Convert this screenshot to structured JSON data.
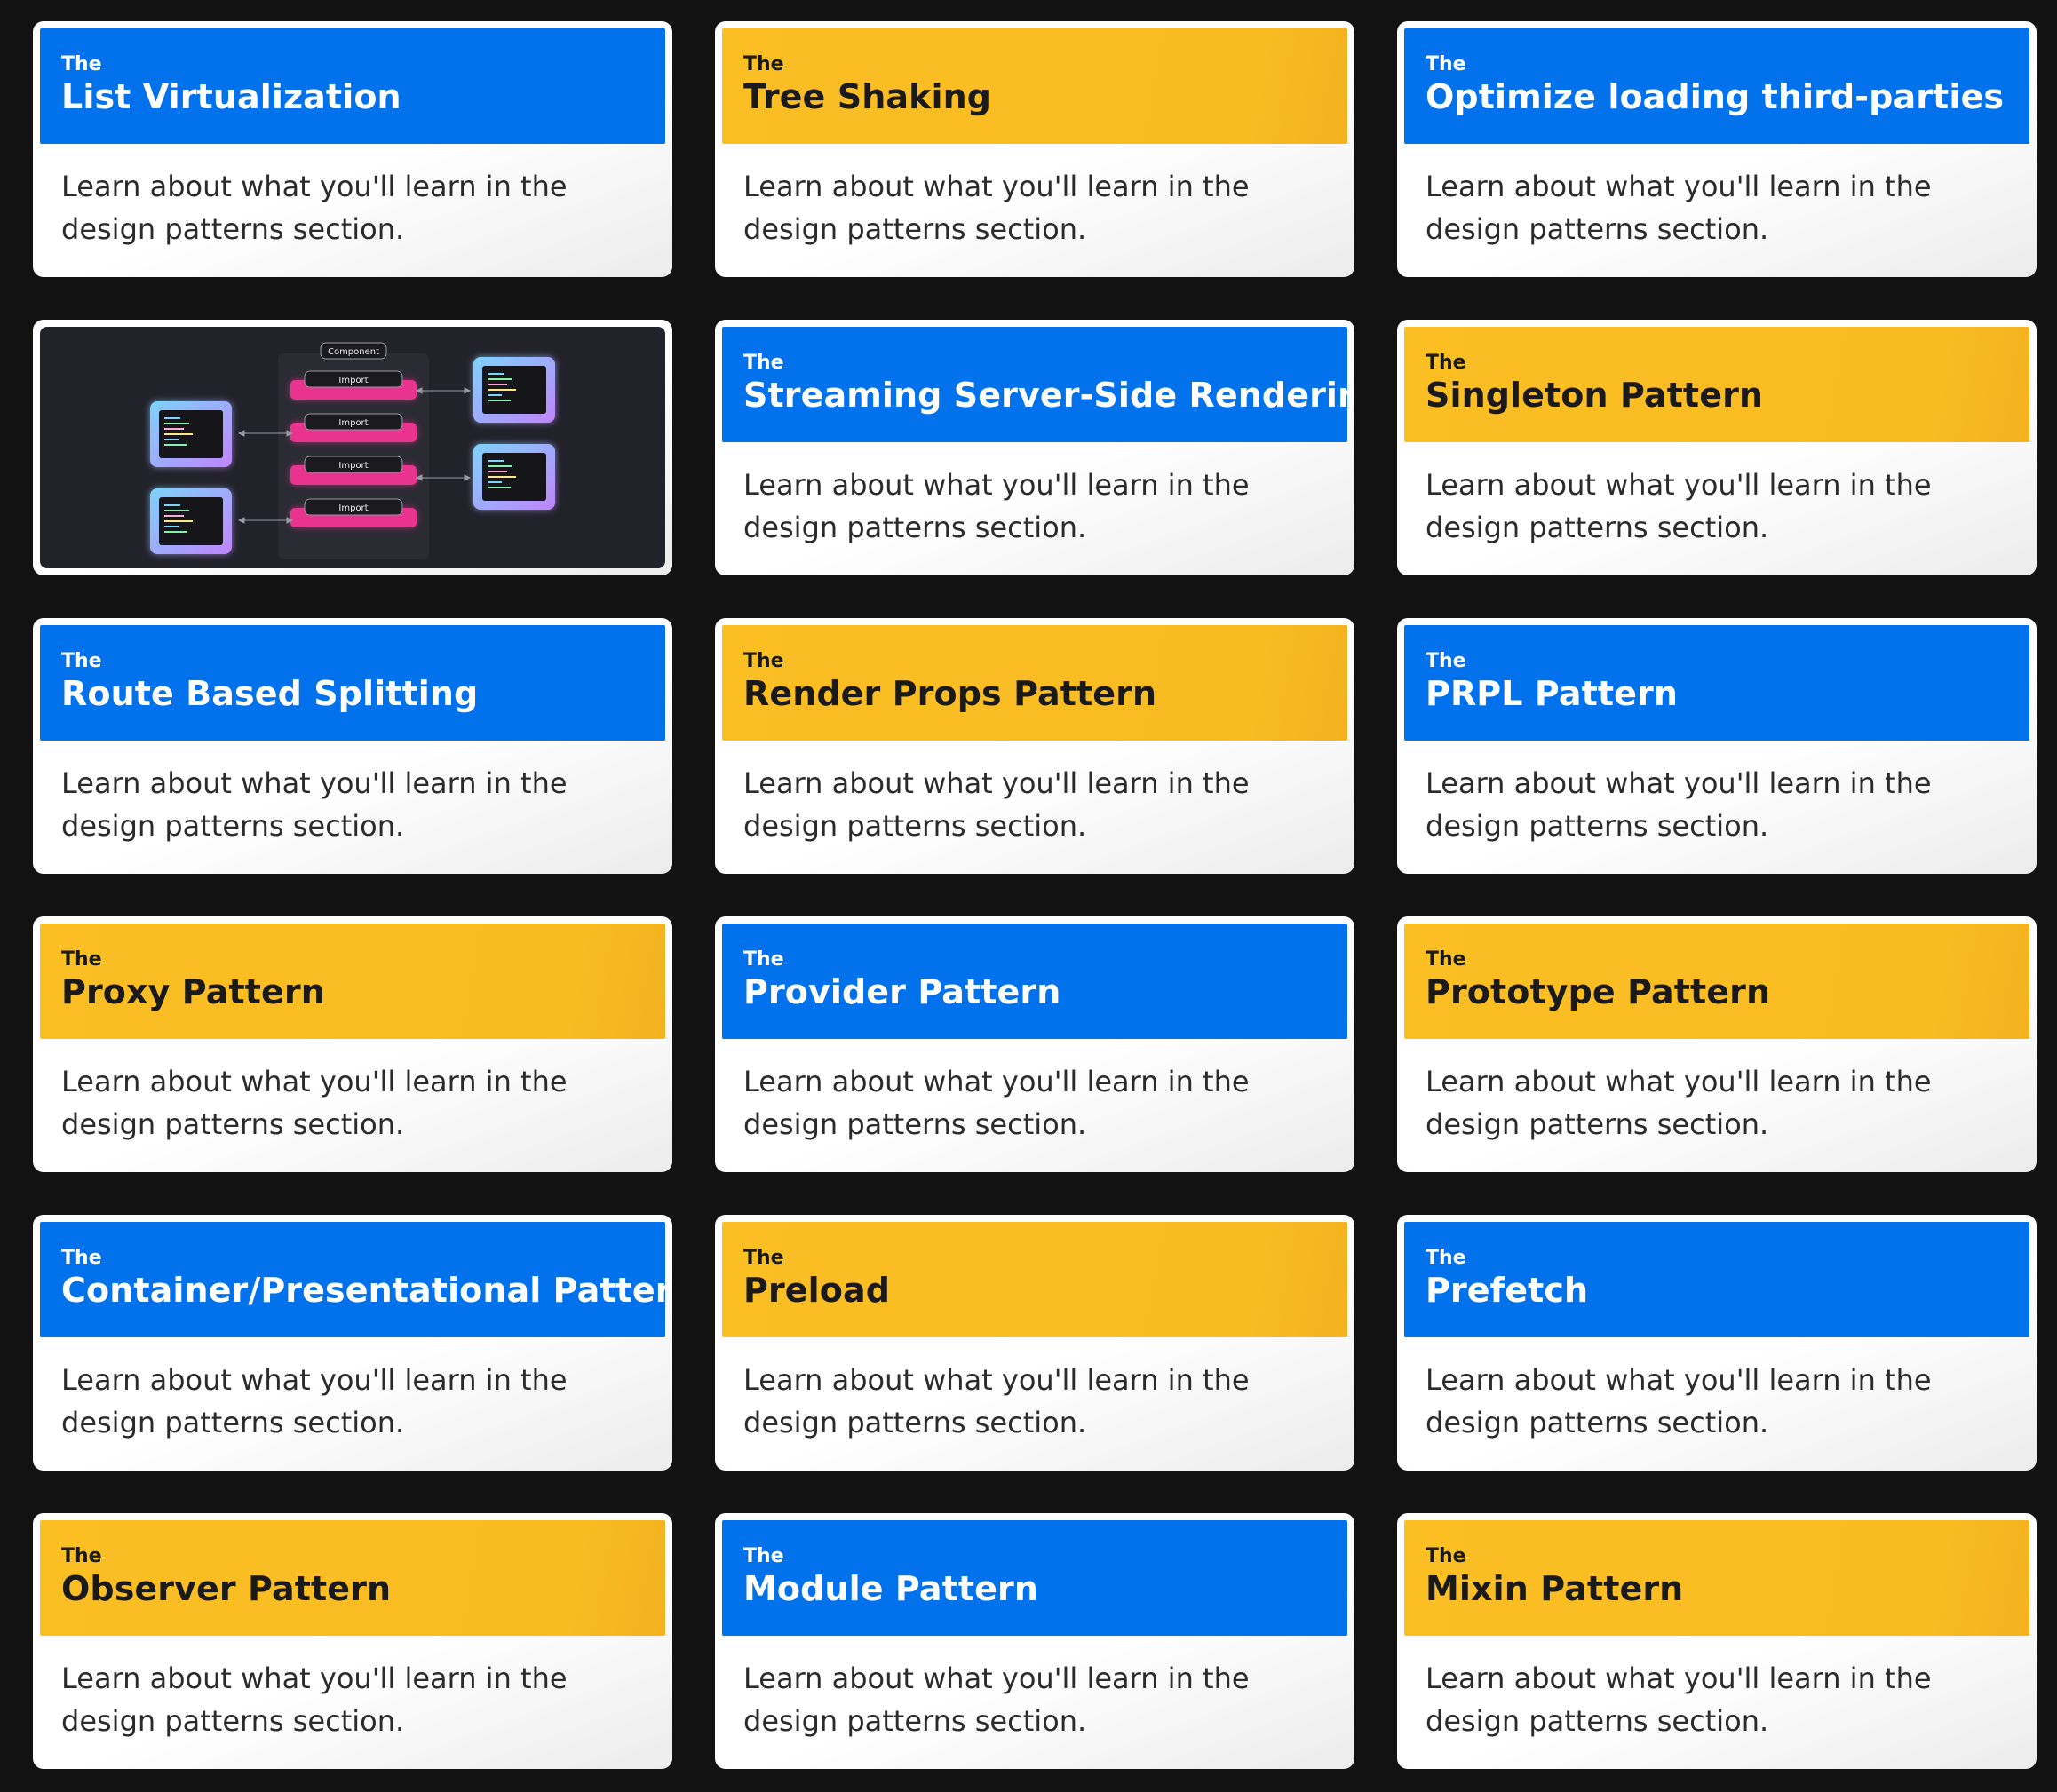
{
  "cards": [
    {
      "prefix": "The",
      "title": "List Virtualization",
      "description": "Learn about what you'll learn in the design patterns section.",
      "color": "blue"
    },
    {
      "prefix": "The",
      "title": "Tree Shaking",
      "description": "Learn about what you'll learn in the design patterns section.",
      "color": "yellow"
    },
    {
      "prefix": "The",
      "title": "Optimize loading third-parties",
      "description": "Learn about what you'll learn in the design patterns section.",
      "color": "blue"
    },
    {
      "type": "image",
      "diagram": {
        "component_label": "Component",
        "import_labels": [
          "Import",
          "Import",
          "Import",
          "Import"
        ]
      }
    },
    {
      "prefix": "The",
      "title": "Streaming Server-Side Rendering",
      "description": "Learn about what you'll learn in the design patterns section.",
      "color": "blue"
    },
    {
      "prefix": "The",
      "title": "Singleton Pattern",
      "description": "Learn about what you'll learn in the design patterns section.",
      "color": "yellow"
    },
    {
      "prefix": "The",
      "title": "Route Based Splitting",
      "description": "Learn about what you'll learn in the design patterns section.",
      "color": "blue"
    },
    {
      "prefix": "The",
      "title": "Render Props Pattern",
      "description": "Learn about what you'll learn in the design patterns section.",
      "color": "yellow"
    },
    {
      "prefix": "The",
      "title": "PRPL Pattern",
      "description": "Learn about what you'll learn in the design patterns section.",
      "color": "blue"
    },
    {
      "prefix": "The",
      "title": "Proxy Pattern",
      "description": "Learn about what you'll learn in the design patterns section.",
      "color": "yellow"
    },
    {
      "prefix": "The",
      "title": "Provider Pattern",
      "description": "Learn about what you'll learn in the design patterns section.",
      "color": "blue"
    },
    {
      "prefix": "The",
      "title": "Prototype Pattern",
      "description": "Learn about what you'll learn in the design patterns section.",
      "color": "yellow"
    },
    {
      "prefix": "The",
      "title": "Container/Presentational Pattern",
      "description": "Learn about what you'll learn in the design patterns section.",
      "color": "blue"
    },
    {
      "prefix": "The",
      "title": "Preload",
      "description": "Learn about what you'll learn in the design patterns section.",
      "color": "yellow"
    },
    {
      "prefix": "The",
      "title": "Prefetch",
      "description": "Learn about what you'll learn in the design patterns section.",
      "color": "blue"
    },
    {
      "prefix": "The",
      "title": "Observer Pattern",
      "description": "Learn about what you'll learn in the design patterns section.",
      "color": "yellow"
    },
    {
      "prefix": "The",
      "title": "Module Pattern",
      "description": "Learn about what you'll learn in the design patterns section.",
      "color": "blue"
    },
    {
      "prefix": "The",
      "title": "Mixin Pattern",
      "description": "Learn about what you'll learn in the design patterns section.",
      "color": "yellow"
    }
  ],
  "colors": {
    "background": "#121212",
    "blue": "#0271ec",
    "yellow": "#fbbf24",
    "card": "#ffffff",
    "import_pink": "#e8338f"
  }
}
